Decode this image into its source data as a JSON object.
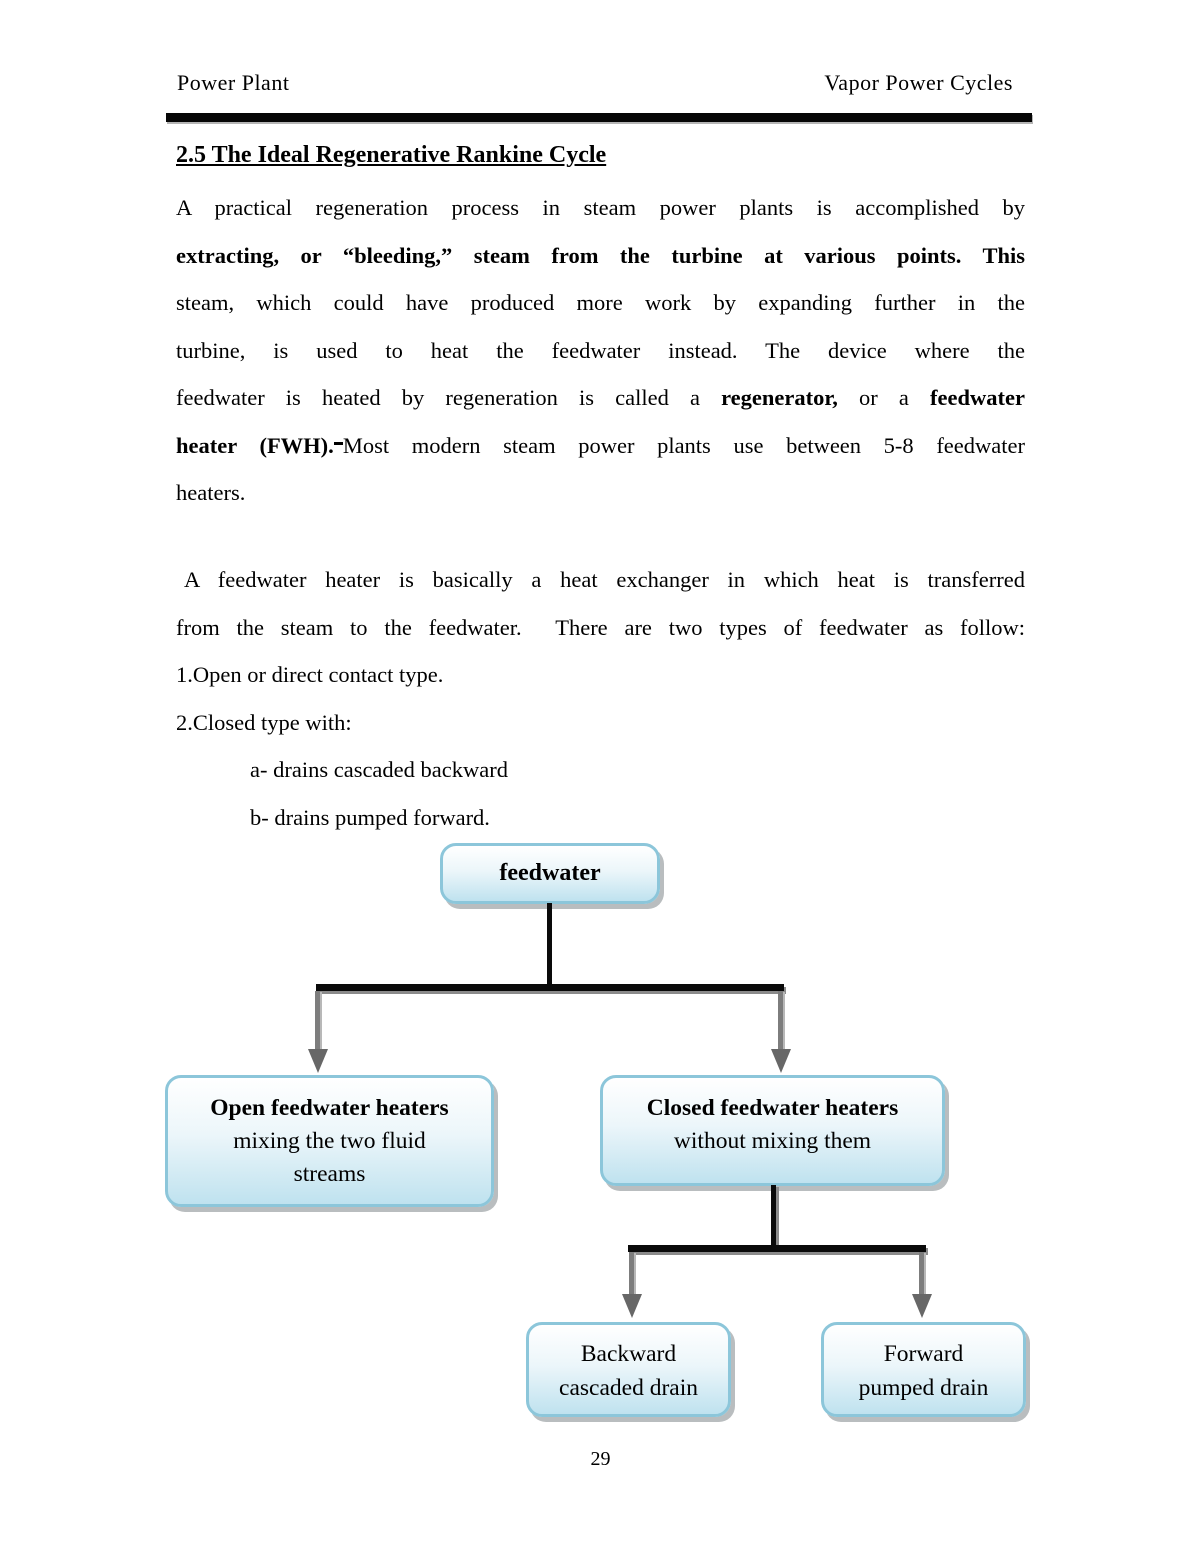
{
  "header": {
    "left": "Power Plant",
    "right": "Vapor Power Cycles"
  },
  "heading": "2.5 The Ideal Regenerative Rankine Cycle",
  "paragraphs": [
    {
      "lines": [
        {
          "segs": [
            {
              "t": "A practical regeneration process in steam power plants is accomplished by"
            }
          ],
          "just": true
        },
        {
          "segs": [
            {
              "t": "extracting, or “bleeding,” steam from the turbine at various points. This",
              "b": true
            }
          ],
          "just": true
        },
        {
          "segs": [
            {
              "t": "steam, which could have produced more work by expanding further in the"
            }
          ],
          "just": true
        },
        {
          "segs": [
            {
              "t": "turbine, is used to heat the feedwater instead. The device where the"
            }
          ],
          "just": true
        },
        {
          "segs": [
            {
              "t": "feedwater is heated by regeneration is called a "
            },
            {
              "t": "regenerator,",
              "b": true
            },
            {
              "t": " or a "
            },
            {
              "t": "feedwater",
              "b": true
            }
          ],
          "just": true
        },
        {
          "segs": [
            {
              "t": "heater (FWH).",
              "b": true
            },
            {
              "t": " ",
              "u": true
            },
            {
              "t": "Most modern steam power plants use between 5-8 feedwater"
            }
          ],
          "just": true
        },
        {
          "segs": [
            {
              "t": "heaters."
            }
          ]
        }
      ]
    },
    {
      "lines": [
        {
          "segs": [
            {
              "t": "A feedwater heater is basically a heat exchanger in which heat is transferred"
            }
          ],
          "just": true,
          "pad": 8
        },
        {
          "segs": [
            {
              "t": "from the steam to the feedwater.  There are two types of feedwater as follow:"
            }
          ],
          "just": true
        },
        {
          "segs": [
            {
              "t": "1.Open or direct contact type."
            }
          ]
        },
        {
          "segs": [
            {
              "t": "2.Closed type with:"
            }
          ]
        },
        {
          "segs": [
            {
              "t": "a- drains cascaded backward"
            }
          ],
          "pad": 74
        },
        {
          "segs": [
            {
              "t": "b- drains pumped forward."
            }
          ],
          "pad": 74
        }
      ]
    }
  ],
  "flowchart": {
    "root_label": "feedwater",
    "open_title": "Open feedwater heaters",
    "open_sub1": "mixing the two fluid",
    "open_sub2": "streams",
    "closed_title": "Closed feedwater heaters",
    "closed_sub1": "without mixing them",
    "backward_line1": "Backward",
    "backward_line2": "cascaded drain",
    "forward_line1": "Forward",
    "forward_line2": "pumped drain"
  },
  "page": {
    "number": "29"
  },
  "colors": {
    "box_border": "#8cc6da",
    "box_fill_top": "#ffffff",
    "box_fill_bottom": "#bfe2ef",
    "connector_black": "#0a0a0a",
    "connector_gray": "#7d7d7d",
    "rule_black": "#060606"
  }
}
